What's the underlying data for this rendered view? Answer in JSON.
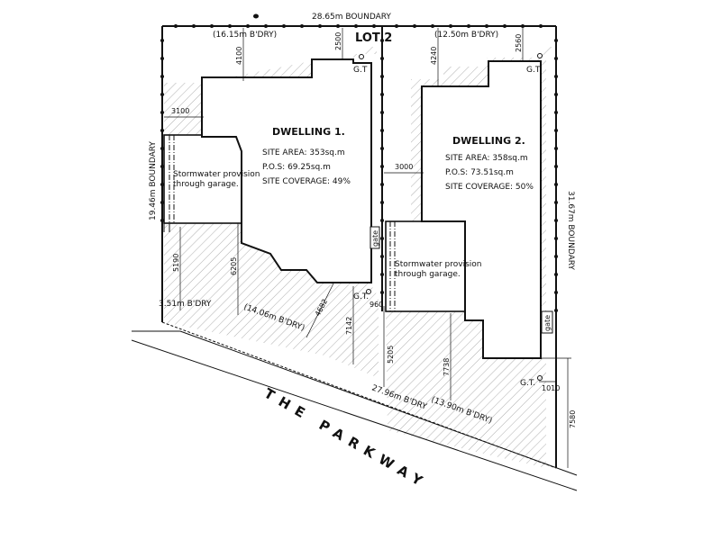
{
  "boundary": {
    "top": "28.65m BOUNDARY",
    "left": "19.46m BOUNDARY",
    "right": "31.67m BOUNDARY",
    "top_lot1": "(16.15m B'DRY)",
    "top_lot2": "(12.50m B'DRY)",
    "front_left": "3.51m B'DRY",
    "front_lot1": "(14.06m B'DRY)",
    "front_total": "27.96m B'DRY",
    "front_lot2": "(13.90m B'DRY)"
  },
  "lot_label": "LOT 2",
  "road": "THE PARKWAY",
  "dwellings": [
    {
      "title": "DWELLING 1.",
      "site_area": "SITE AREA: 353sq.m",
      "pos": "P.O.S: 69.25sq.m",
      "coverage": "SITE COVERAGE: 49%"
    },
    {
      "title": "DWELLING 2.",
      "site_area": "SITE AREA: 358sq.m",
      "pos": "P.O.S: 73.51sq.m",
      "coverage": "SITE COVERAGE: 50%"
    }
  ],
  "garages": [
    {
      "line1": "Stormwater provision",
      "line2": "through garage."
    },
    {
      "line1": "Stormwater provision",
      "line2": "through garage."
    }
  ],
  "labels": {
    "gt": "G.T",
    "gt_dot": "G.T.",
    "gate": "gate"
  },
  "dimensions": {
    "d4100": "4100",
    "d2500": "2500",
    "d4240": "4240",
    "d2560": "2560",
    "d3100": "3100",
    "d3000": "3000",
    "d5190": "5190",
    "d6205": "6205",
    "d4682": "4682",
    "d7142": "7142",
    "d960": "960",
    "d5205": "5205",
    "d7738": "7738",
    "d1010": "1010",
    "d7580": "7580"
  },
  "colors": {
    "line": "#111111",
    "hatch": "#9a9a9a",
    "background": "#ffffff"
  }
}
